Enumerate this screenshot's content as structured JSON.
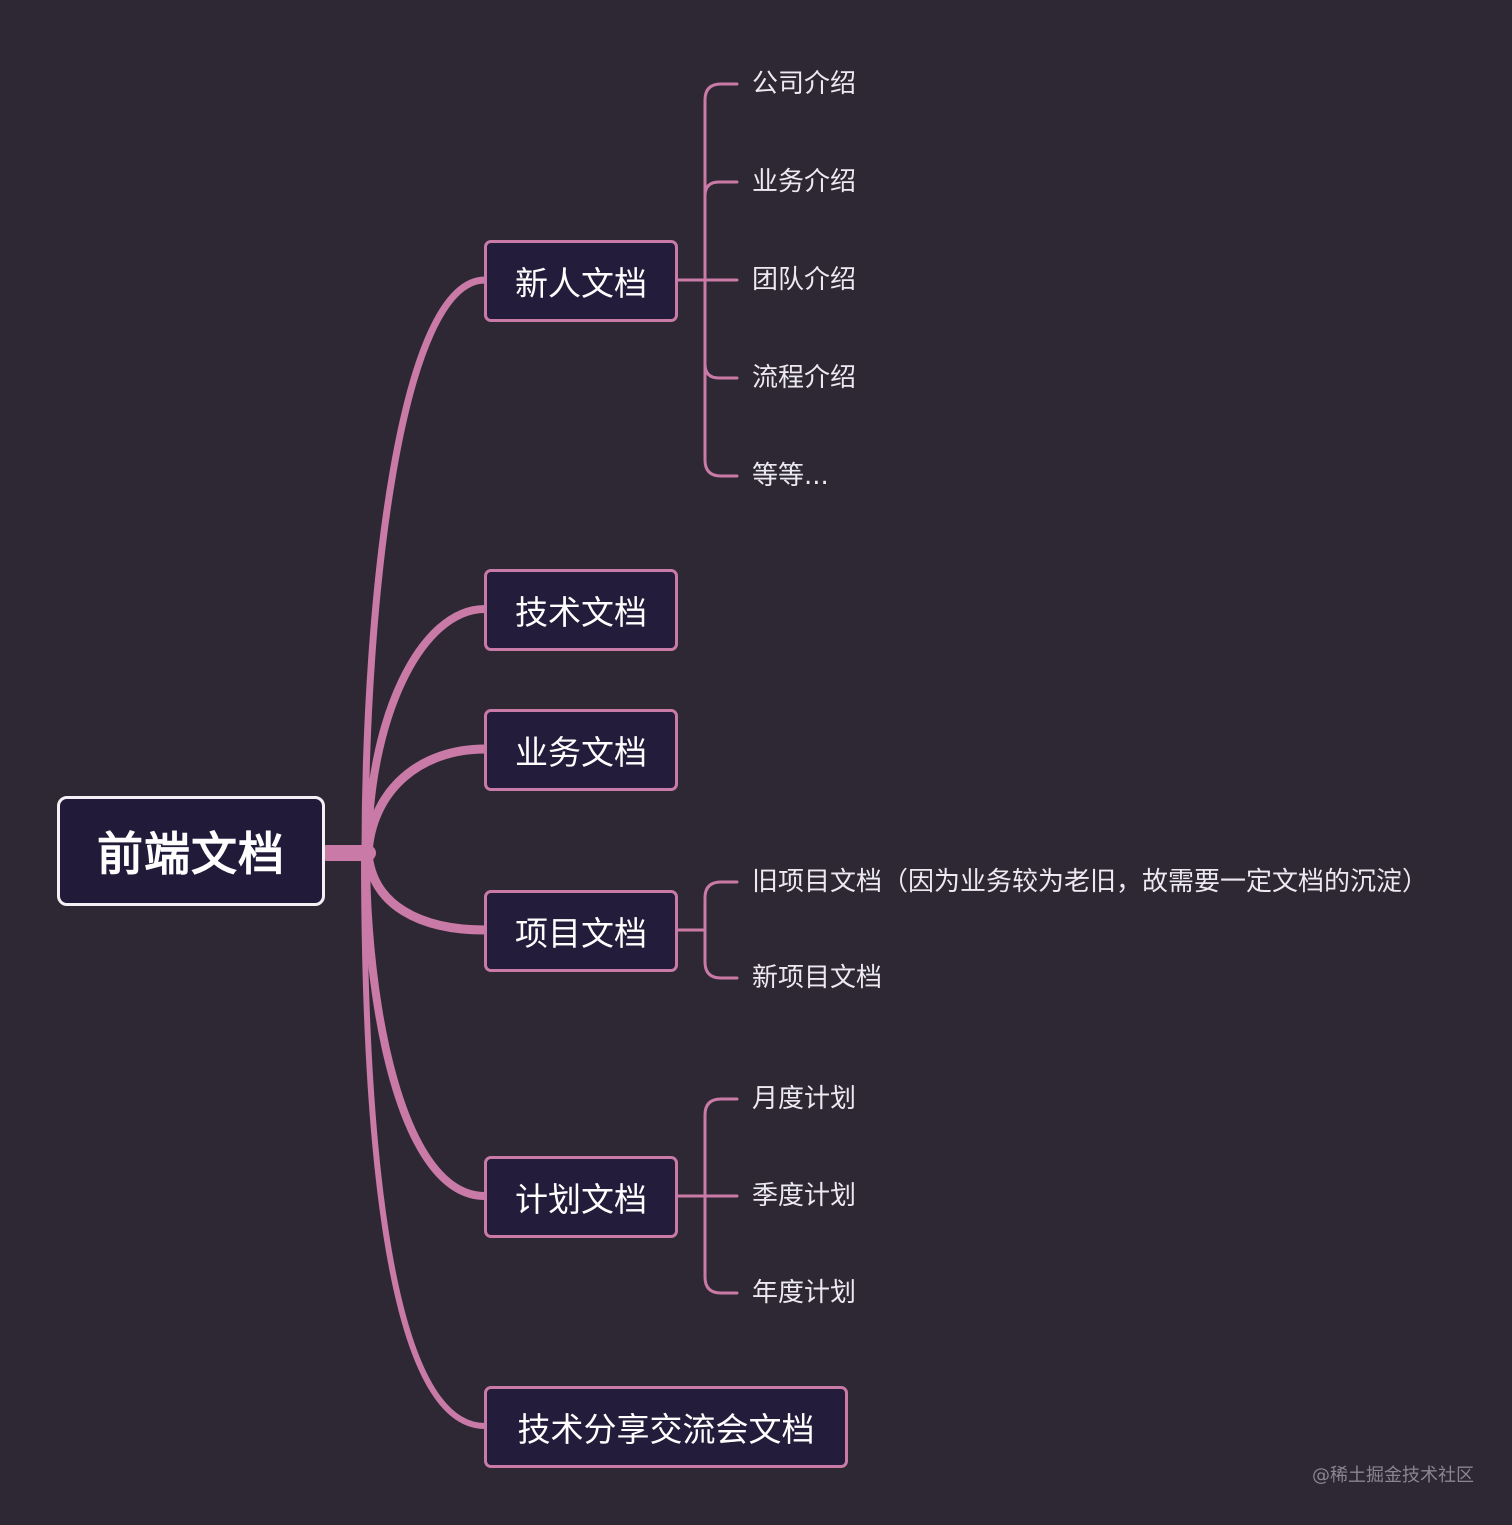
{
  "mindmap": {
    "root": {
      "label": "前端文档"
    },
    "branches": [
      {
        "label": "新人文档",
        "children": [
          "公司介绍",
          "业务介绍",
          "团队介绍",
          "流程介绍",
          "等等..."
        ]
      },
      {
        "label": "技术文档",
        "children": []
      },
      {
        "label": "业务文档",
        "children": []
      },
      {
        "label": "项目文档",
        "children": [
          "旧项目文档（因为业务较为老旧，故需要一定文档的沉淀）",
          "新项目文档"
        ]
      },
      {
        "label": "计划文档",
        "children": [
          "月度计划",
          "季度计划",
          "年度计划"
        ]
      },
      {
        "label": "技术分享交流会文档",
        "children": []
      }
    ]
  },
  "colors": {
    "background": "#2d2833",
    "connector": "#c97aa6",
    "node_fill": "#231c3b",
    "root_border": "#f4f0f6"
  },
  "watermark": {
    "text": "@稀土掘金技术社区"
  }
}
